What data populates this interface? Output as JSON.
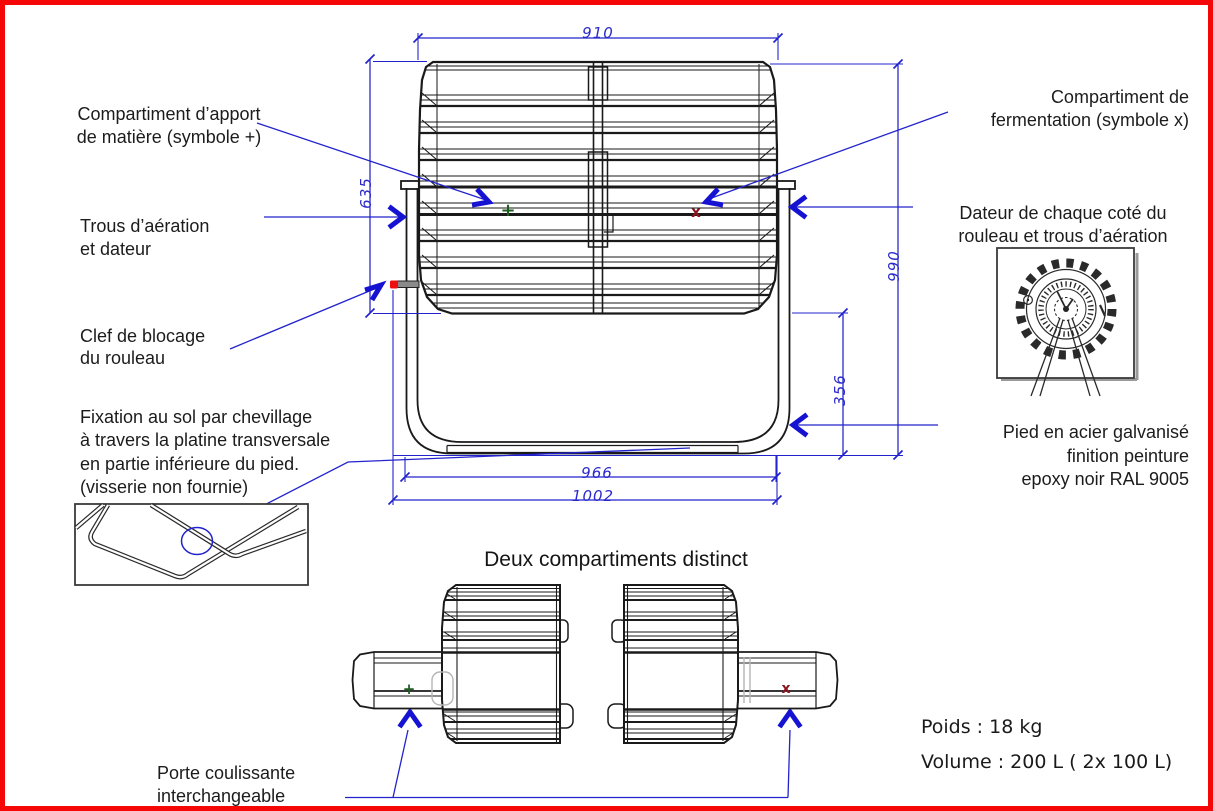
{
  "frame": {
    "border_color": "#f50707",
    "background": "#ffffff"
  },
  "annotations": {
    "apport": {
      "lines": [
        "Compartiment d’apport",
        "de matière (symbole +)"
      ]
    },
    "fermentation": {
      "lines": [
        "Compartiment de",
        "fermentation (symbole x)"
      ]
    },
    "trous": {
      "lines": [
        "Trous d’aération",
        "et dateur"
      ]
    },
    "dateur": {
      "lines": [
        "Dateur de chaque coté du",
        "rouleau et trous d’aération"
      ]
    },
    "clef": {
      "lines": [
        "Clef de blocage",
        "du rouleau"
      ]
    },
    "pied": {
      "lines": [
        "Pied en acier galvanisé",
        "finition peinture",
        "epoxy noir RAL 9005"
      ]
    },
    "fixation": {
      "lines": [
        "Fixation au sol par chevillage",
        "à travers la platine transversale",
        "en partie inférieure du pied.",
        "(visserie non fournie)"
      ]
    },
    "porte": {
      "lines": [
        "Porte coulissante",
        "interchangeable"
      ]
    }
  },
  "bottom_view": {
    "title": "Deux compartiments distinct"
  },
  "specs": {
    "poids": "Poids : 18 kg",
    "volume": "Volume : 200 L ( 2x 100 L)"
  },
  "dimensions": {
    "top_width": "910",
    "left_height": "635",
    "right_height": "990",
    "stand_height": "356",
    "base_inner_width": "966",
    "base_overall_width": "1002"
  },
  "symbols": {
    "plus": "+",
    "times": "x"
  },
  "colors": {
    "dimension_blue": "#2323cd",
    "arrow_blue": "#1512d2",
    "plus_green": "#1e5c20",
    "times_red": "#8a1520",
    "pin_red": "#ee1010",
    "border_red": "#f50707"
  }
}
